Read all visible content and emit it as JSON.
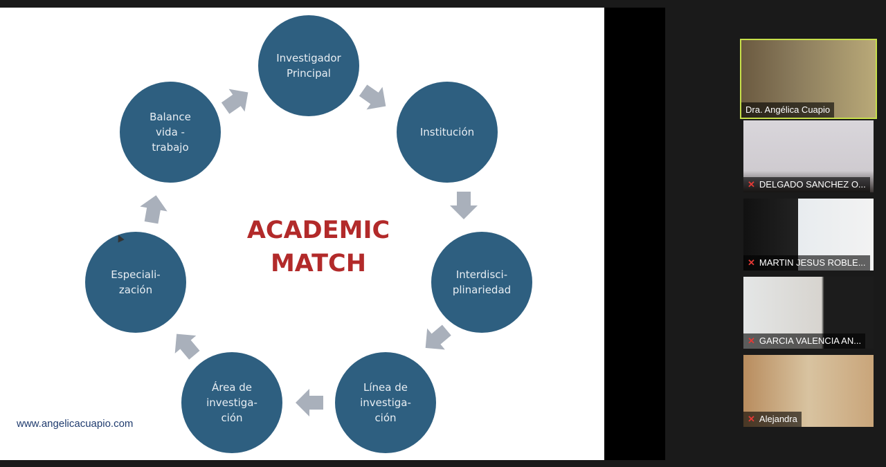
{
  "slide": {
    "title": "ACADEMIC\nMATCH",
    "url": "www.angelicacuapio.com",
    "circles": [
      "Investigador\nPrincipal",
      "Institución",
      "Interdisci-\nplinariedad",
      "Línea de\ninvestiga-\nción",
      "Área de\ninvestiga-\nción",
      "Especiali-\nzación",
      "Balance\nvida -\ntrabajo"
    ],
    "colors": {
      "circle": "#2e5f80",
      "arrow": "#a9b0bb",
      "title": "#b22a2a"
    }
  },
  "participants": [
    {
      "name": "Dra. Angélica Cuapio",
      "muted": false,
      "active": true
    },
    {
      "name": "DELGADO SANCHEZ O...",
      "muted": true
    },
    {
      "name": "MARTIN JESUS ROBLE...",
      "muted": true
    },
    {
      "name": "GARCIA VALENCIA AN...",
      "muted": true
    },
    {
      "name": "Alejandra",
      "muted": true
    }
  ],
  "icons": {
    "muted": "mic-muted-icon"
  }
}
